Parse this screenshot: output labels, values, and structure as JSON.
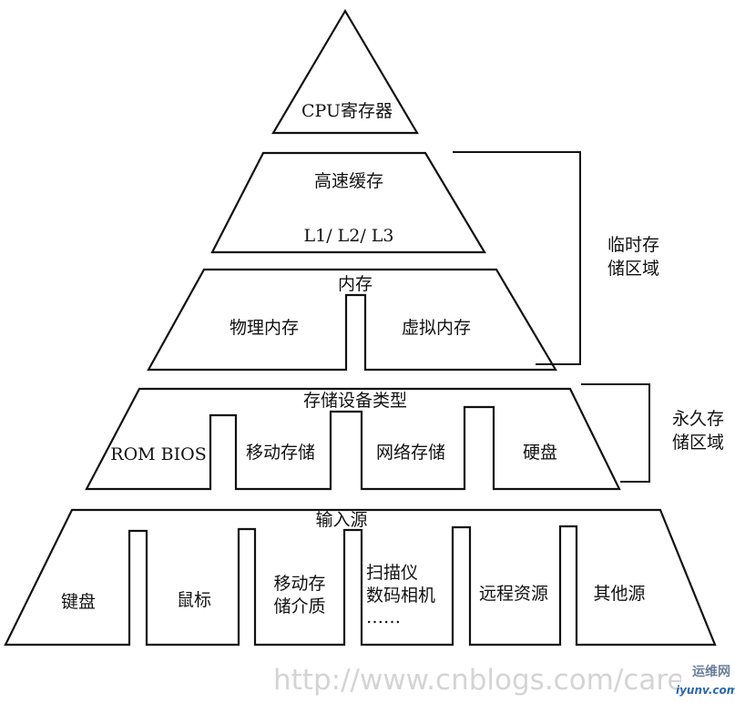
{
  "levels": {
    "cpu": {
      "label": "CPU寄存器"
    },
    "cache": {
      "title": "高速缓存",
      "subtitle": "L1/ L2/ L3"
    },
    "memory": {
      "title": "内存",
      "cells": [
        "物理内存",
        "虚拟内存"
      ]
    },
    "storage": {
      "title": "存储设备类型",
      "cells": [
        "ROM BIOS",
        "移动存储",
        "网络存储",
        "硬盘"
      ]
    },
    "input": {
      "title": "输入源",
      "cells": [
        [
          "键盘"
        ],
        [
          "鼠标"
        ],
        [
          "移动存",
          "储介质"
        ],
        [
          "扫描仪",
          "数码相机",
          "……"
        ],
        [
          "远程资源"
        ],
        [
          "其他源"
        ]
      ]
    }
  },
  "brackets": {
    "temporary": [
      "临时存",
      "储区域"
    ],
    "permanent": [
      "永久存",
      "储区域"
    ]
  },
  "watermark": {
    "url": "http://www.cnblogs.com/careyson",
    "logo_cn": "运维网",
    "logo_en": "iyunv.com"
  }
}
